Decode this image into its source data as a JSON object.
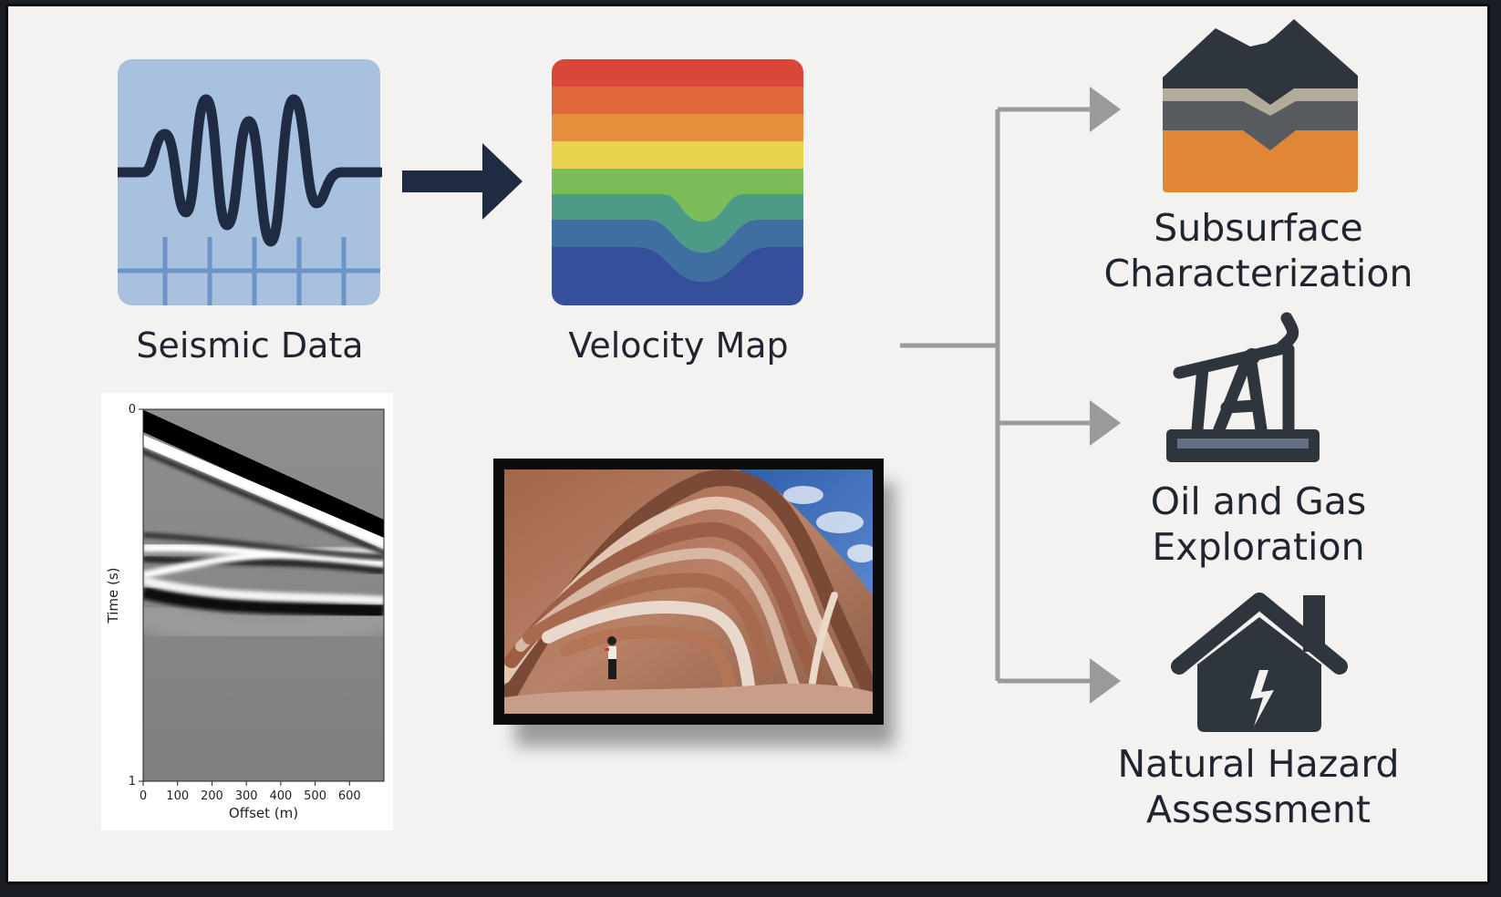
{
  "inputs": {
    "seismic_label": "Seismic Data",
    "velocity_label": "Velocity Map"
  },
  "applications": [
    {
      "line1": "Subsurface",
      "line2": "Characterization",
      "icon": "layered-terrain-icon"
    },
    {
      "line1": "Oil and Gas",
      "line2": "Exploration",
      "icon": "oil-pumpjack-icon"
    },
    {
      "line1": "Natural Hazard",
      "line2": "Assessment",
      "icon": "house-lightning-icon"
    }
  ],
  "colors": {
    "dark_navy": "#1e2b43",
    "gray_arrow": "#999999",
    "seismic_panel": "#a8c1df",
    "velocity_bands": [
      "#d9473a",
      "#e0683c",
      "#e58f3c",
      "#e8d44f",
      "#7cbd5a",
      "#4d9a86",
      "#3f6ea1",
      "#35509a"
    ],
    "terrain_orange": "#e18537",
    "terrain_tan": "#b3ab99",
    "terrain_gray": "#575a5e"
  },
  "gather_plot": {
    "xlabel": "Offset (m)",
    "ylabel": "Time (s)",
    "xticks": [
      "0",
      "100",
      "200",
      "300",
      "400",
      "500",
      "600"
    ],
    "yticks": [
      "0",
      "1"
    ],
    "xlim": [
      0,
      700
    ],
    "ylim": [
      0,
      1
    ]
  }
}
